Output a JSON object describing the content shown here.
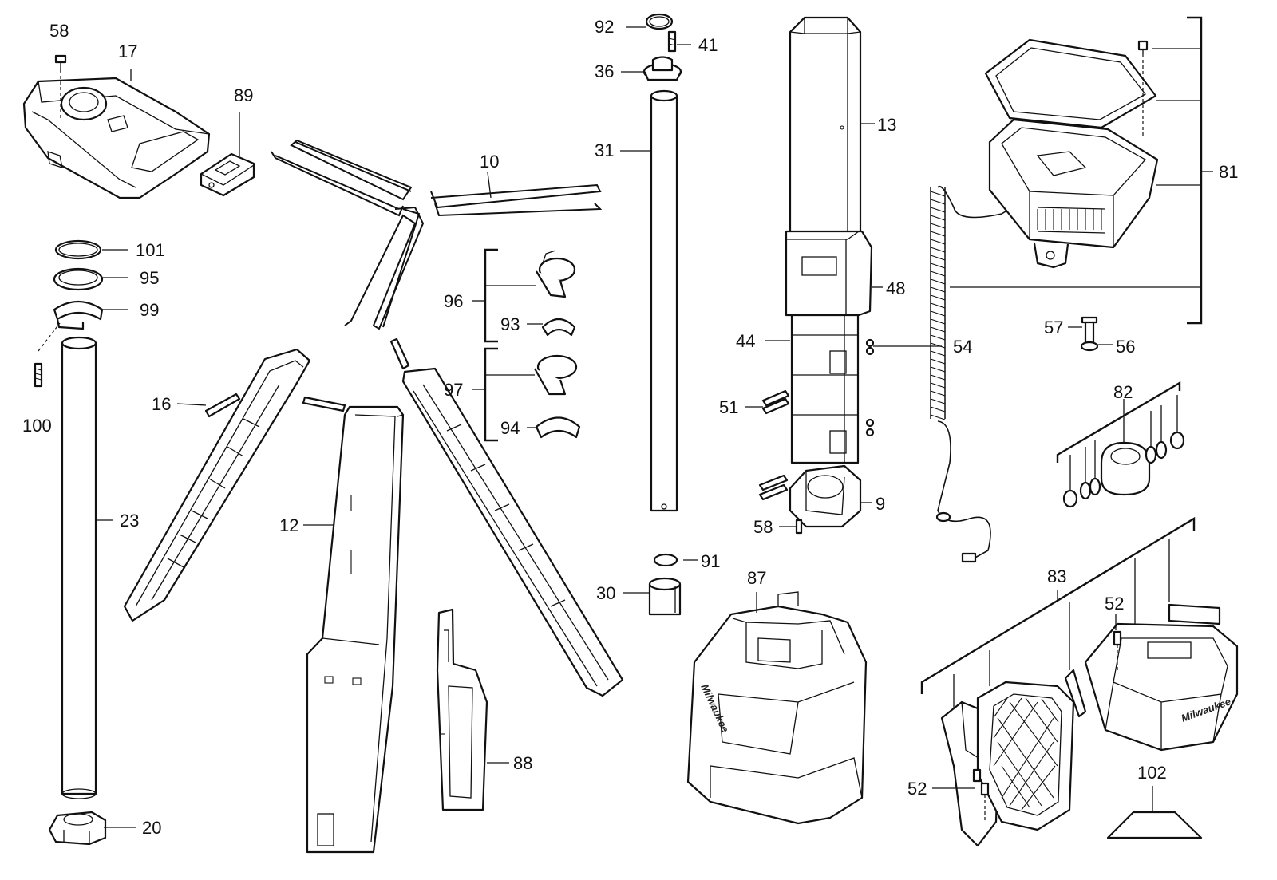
{
  "diagram": {
    "labels": {
      "l58a": "58",
      "l17": "17",
      "l89": "89",
      "l10": "10",
      "l92": "92",
      "l41": "41",
      "l36": "36",
      "l31": "31",
      "l13": "13",
      "l81": "81",
      "l101": "101",
      "l95": "95",
      "l99": "99",
      "l100": "100",
      "l96": "96",
      "l93": "93",
      "l97": "97",
      "l94": "94",
      "l16": "16",
      "l23": "23",
      "l12": "12",
      "l48": "48",
      "l44": "44",
      "l54": "54",
      "l57": "57",
      "l56": "56",
      "l82": "82",
      "l51": "51",
      "l9": "9",
      "l58b": "58",
      "l91": "91",
      "l30": "30",
      "l87": "87",
      "l83": "83",
      "l52a": "52",
      "l88": "88",
      "l20": "20",
      "l52b": "52",
      "l102": "102"
    },
    "logo_text": "Milwaukee"
  }
}
